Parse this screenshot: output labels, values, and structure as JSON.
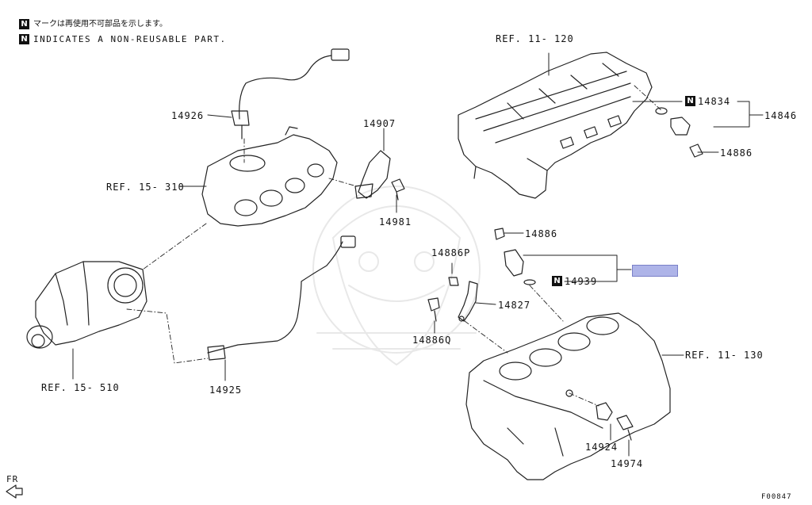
{
  "legend": {
    "badge": "N",
    "line_jp": "マークは再使用不可部品を示します。",
    "line_en": "INDICATES A NON-REUSABLE PART."
  },
  "labels": {
    "ref_11_120": "REF. 11- 120",
    "ref_15_310": "REF. 15- 310",
    "ref_15_510": "REF. 15- 510",
    "ref_11_130": "REF. 11- 130",
    "p14926": "14926",
    "p14907": "14907",
    "p14981": "14981",
    "p14925": "14925",
    "p14834": "14834",
    "p14846": "14846",
    "p14886_a": "14886",
    "p14886_b": "14886",
    "p14886P": "14886P",
    "p14886Q": "14886Q",
    "p14827": "14827",
    "p14939": "14939",
    "p14924": "14924",
    "p14974": "14974"
  },
  "badges": {
    "n14834": "N",
    "n14939": "N"
  },
  "front_marker": "FR",
  "figure_id": "F00847",
  "colors": {
    "highlight": "#aeb4e8",
    "ink": "#111111"
  }
}
